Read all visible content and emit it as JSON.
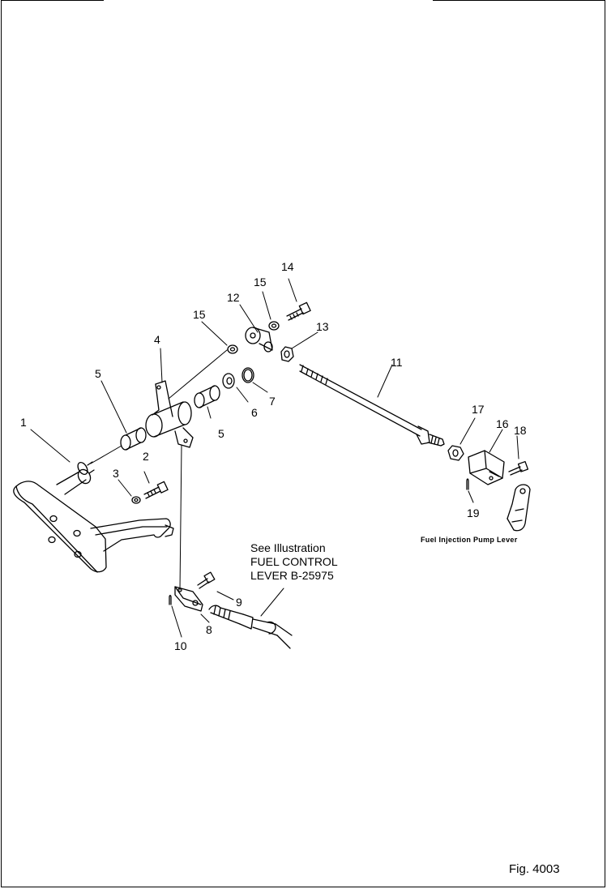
{
  "callouts": [
    {
      "id": "c-1-pedal",
      "text": "1"
    },
    {
      "id": "c-2",
      "text": "2"
    },
    {
      "id": "c-3",
      "text": "3"
    },
    {
      "id": "c-4",
      "text": "4"
    },
    {
      "id": "c-5-left",
      "text": "5"
    },
    {
      "id": "c-5-right",
      "text": "5"
    },
    {
      "id": "c-6",
      "text": "6"
    },
    {
      "id": "c-7",
      "text": "7"
    },
    {
      "id": "c-8",
      "text": "8"
    },
    {
      "id": "c-9",
      "text": "9"
    },
    {
      "id": "c-10",
      "text": "10"
    },
    {
      "id": "c-11",
      "text": "11"
    },
    {
      "id": "c-12",
      "text": "12"
    },
    {
      "id": "c-13",
      "text": "13"
    },
    {
      "id": "c-14",
      "text": "14"
    },
    {
      "id": "c-15-upper",
      "text": "15"
    },
    {
      "id": "c-15-lower",
      "text": "15"
    },
    {
      "id": "c-16",
      "text": "16"
    },
    {
      "id": "c-17",
      "text": "17"
    },
    {
      "id": "c-18",
      "text": "18"
    },
    {
      "id": "c-19",
      "text": "19"
    }
  ],
  "reference_note": {
    "line1": "See Illustration",
    "line2": "FUEL CONTROL",
    "line3": "LEVER B-25975"
  },
  "pump_lever_caption": "Fuel Injection Pump Lever",
  "figure_label": "Fig. 4003"
}
